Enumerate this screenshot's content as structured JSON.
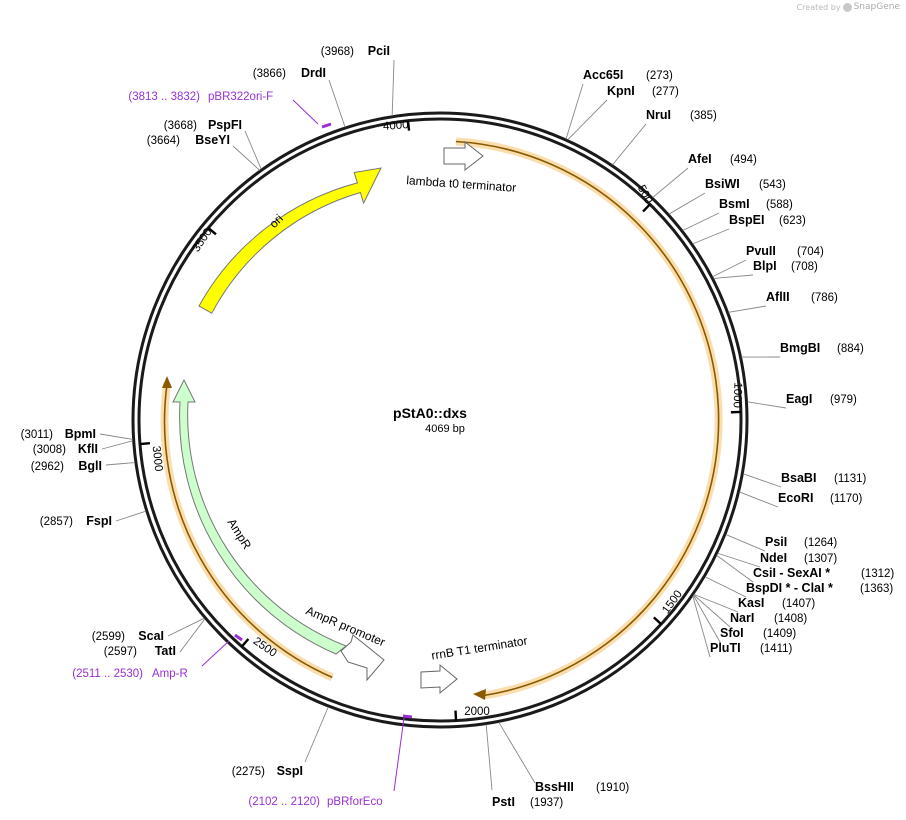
{
  "brand": {
    "prefix": "Created by",
    "name": "SnapGene"
  },
  "map": {
    "name": "pStA0::dxs",
    "length_label": "4069 bp",
    "total_bp": 4069
  },
  "ticks": [
    {
      "pos": 500,
      "label": "500"
    },
    {
      "pos": 1000,
      "label": "1000"
    },
    {
      "pos": 1500,
      "label": "1500"
    },
    {
      "pos": 2000,
      "label": "2000"
    },
    {
      "pos": 2500,
      "label": "2500"
    },
    {
      "pos": 3000,
      "label": "3000"
    },
    {
      "pos": 3500,
      "label": "3500"
    },
    {
      "pos": 4000,
      "label": "4000"
    }
  ],
  "sites": [
    {
      "name": "PciI",
      "pos_label": "(3968)",
      "pos": 3968
    },
    {
      "name": "DrdI",
      "pos_label": "(3866)",
      "pos": 3866
    },
    {
      "name": "PspFI",
      "pos_label": "(3668)",
      "pos": 3668
    },
    {
      "name": "BseYI",
      "pos_label": "(3664)",
      "pos": 3664
    },
    {
      "name": "Acc65I",
      "pos_label": "(273)",
      "pos": 273
    },
    {
      "name": "KpnI",
      "pos_label": "(277)",
      "pos": 277
    },
    {
      "name": "NruI",
      "pos_label": "(385)",
      "pos": 385
    },
    {
      "name": "AfeI",
      "pos_label": "(494)",
      "pos": 494
    },
    {
      "name": "BsiWI",
      "pos_label": "(543)",
      "pos": 543
    },
    {
      "name": "BsmI",
      "pos_label": "(588)",
      "pos": 588
    },
    {
      "name": "BspEI",
      "pos_label": "(623)",
      "pos": 623
    },
    {
      "name": "PvuII",
      "pos_label": "(704)",
      "pos": 704
    },
    {
      "name": "BlpI",
      "pos_label": "(708)",
      "pos": 708
    },
    {
      "name": "AflII",
      "pos_label": "(786)",
      "pos": 786
    },
    {
      "name": "BmgBI",
      "pos_label": "(884)",
      "pos": 884
    },
    {
      "name": "EagI",
      "pos_label": "(979)",
      "pos": 979
    },
    {
      "name": "BsaBI",
      "pos_label": "(1131)",
      "pos": 1131
    },
    {
      "name": "EcoRI",
      "pos_label": "(1170)",
      "pos": 1170
    },
    {
      "name": "PsiI",
      "pos_label": "(1264)",
      "pos": 1264
    },
    {
      "name": "NdeI",
      "pos_label": "(1307)",
      "pos": 1307
    },
    {
      "name": "CsiI  - SexAI *",
      "pos_label": "(1312)",
      "pos": 1312
    },
    {
      "name": "BspDI * - ClaI *",
      "pos_label": "(1363)",
      "pos": 1363
    },
    {
      "name": "KasI",
      "pos_label": "(1407)",
      "pos": 1407
    },
    {
      "name": "NarI",
      "pos_label": "(1408)",
      "pos": 1408
    },
    {
      "name": "SfoI",
      "pos_label": "(1409)",
      "pos": 1409
    },
    {
      "name": "PluTI",
      "pos_label": "(1411)",
      "pos": 1411
    },
    {
      "name": "BssHII",
      "pos_label": "(1910)",
      "pos": 1910
    },
    {
      "name": "PstI",
      "pos_label": "(1937)",
      "pos": 1937
    },
    {
      "name": "SspI",
      "pos_label": "(2275)",
      "pos": 2275
    },
    {
      "name": "ScaI",
      "pos_label": "(2599)",
      "pos": 2599
    },
    {
      "name": "TatI",
      "pos_label": "(2597)",
      "pos": 2597
    },
    {
      "name": "FspI",
      "pos_label": "(2857)",
      "pos": 2857
    },
    {
      "name": "BglI",
      "pos_label": "(2962)",
      "pos": 2962
    },
    {
      "name": "KflI",
      "pos_label": "(3008)",
      "pos": 3008
    },
    {
      "name": "BpmI",
      "pos_label": "(3011)",
      "pos": 3011
    }
  ],
  "primers": [
    {
      "range_label": "(3813 .. 3832)",
      "name": "pBR322ori-F",
      "pos": 3822
    },
    {
      "range_label": "(2511 .. 2530)",
      "name": "Amp-R",
      "pos": 2520
    },
    {
      "range_label": "(2102 .. 2120)",
      "name": "pBRforEco",
      "pos": 2111
    }
  ],
  "features": [
    {
      "name": "ori",
      "type": "rep_origin",
      "color": "#ffff00"
    },
    {
      "name": "AmpR",
      "type": "CDS",
      "color": "#ccffcc"
    },
    {
      "name": "AmpR promoter",
      "type": "promoter",
      "color": "#ffffff"
    },
    {
      "name": "lambda t0 terminator",
      "type": "terminator",
      "color": "#ffffff"
    },
    {
      "name": "rrnB T1 terminator",
      "type": "terminator",
      "color": "#ffffff"
    },
    {
      "name": "",
      "type": "insert",
      "color": "#f5b042"
    }
  ],
  "colors": {
    "backbone": "#1a1a1a",
    "primer": "#9a2fd6",
    "insert_glow": "#f5c26b",
    "insert_line": "#8a5a00"
  }
}
